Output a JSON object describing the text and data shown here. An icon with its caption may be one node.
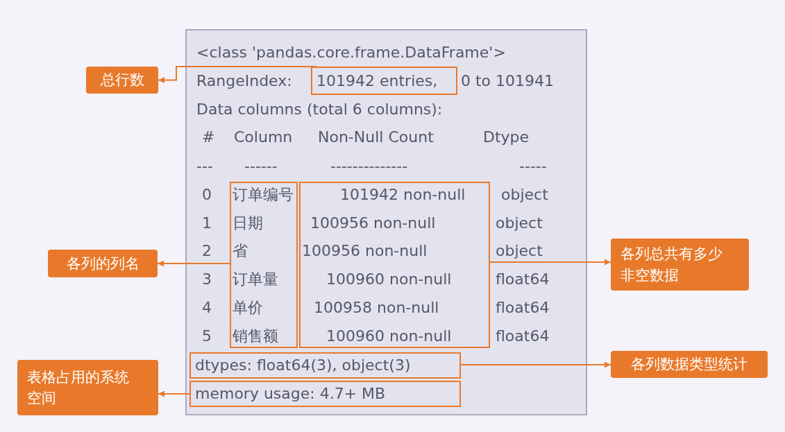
{
  "diagram": {
    "nodes": [
      {
        "text": [],
        "shape": "box"
      },
      {
        "text": [
          "101942 entries,"
        ],
        "in": 0
      },
      {
        "text": [
          "订单编号",
          "日期",
          "省",
          "订单量",
          "单价",
          "销售额"
        ],
        "in": 0
      },
      {
        "text": [
          "101942 non-null",
          "100956 non-null",
          "100956 non-null",
          "100960 non-null",
          "100958 non-null",
          "100960 non-null"
        ],
        "in": 0
      },
      {
        "text": [
          "dtypes: float64(3), object(3)"
        ],
        "in": 0
      },
      {
        "text": [
          "memory usage: 4.7+ MB"
        ],
        "in": 0
      },
      {
        "text": [
          "总行数"
        ]
      },
      {
        "text": [
          "各列的列名"
        ]
      },
      {
        "text": [
          "各列总共有多少非空数据"
        ]
      },
      {
        "text": [
          "各列数据类型统计"
        ]
      },
      {
        "text": [
          "表格占用的系统空间"
        ]
      }
    ],
    "edges": [
      {
        "from": 1,
        "to": 6,
        "arrow": "to"
      },
      {
        "from": 2,
        "to": 7,
        "arrow": "to"
      },
      {
        "from": 3,
        "to": 8,
        "arrow": "to"
      },
      {
        "from": 4,
        "to": 9,
        "arrow": "to"
      },
      {
        "from": 5,
        "to": 10,
        "arrow": "to"
      }
    ],
    "labels": [
      "<class 'pandas.core.frame.DataFrame'>",
      "RangeIndex:",
      "0 to 101941",
      "Data columns (total 6 columns):",
      "#",
      "Column",
      "Non-Null Count",
      "Dtype",
      "---",
      "------",
      "--------------",
      "-----",
      "0",
      "object",
      "1",
      "object",
      "2",
      "object",
      "3",
      "float64",
      "4",
      "float64",
      "5",
      "float64"
    ]
  }
}
